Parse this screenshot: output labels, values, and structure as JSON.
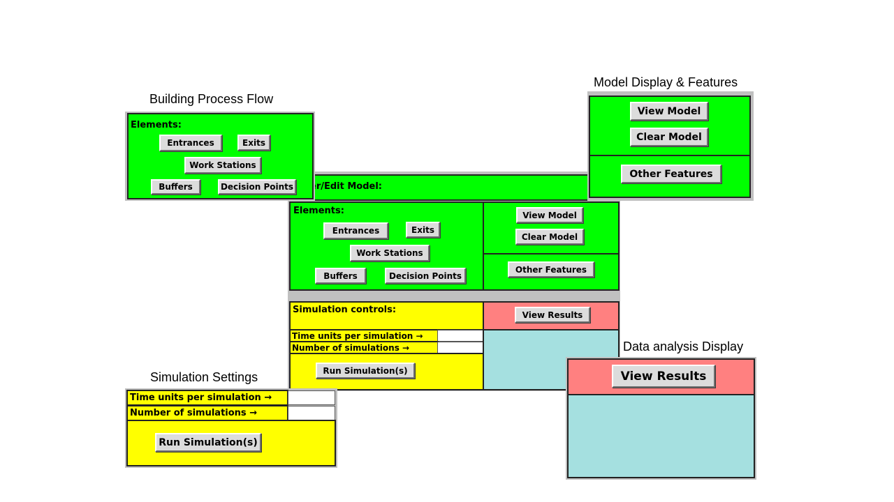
{
  "captions": {
    "building": "Building Process Flow",
    "model_display": "Model Display & Features",
    "sim_settings": "Simulation Settings",
    "data_analysis": "Data analysis Display"
  },
  "building_panel": {
    "header": "Elements:",
    "entrances": "Entrances",
    "exits": "Exits",
    "work_stations": "Work Stations",
    "buffers": "Buffers",
    "decision_points": "Decision Points"
  },
  "model_panel": {
    "view_model": "View Model",
    "clear_model": "Clear Model",
    "other_features": "Other Features"
  },
  "main_panel": {
    "title": "er/Edit Model:",
    "elements_header": "Elements:",
    "entrances": "Entrances",
    "exits": "Exits",
    "work_stations": "Work Stations",
    "buffers": "Buffers",
    "decision_points": "Decision Points",
    "view_model": "View Model",
    "clear_model": "Clear Model",
    "other_features": "Other Features",
    "sim_controls_header": "Simulation controls:",
    "time_units_label": "Time units per simulation →",
    "num_sims_label": "Number of simulations →",
    "time_units_value": "",
    "num_sims_value": "",
    "run_simulations": "Run Simulation(s)",
    "view_results": "View Results"
  },
  "sim_settings_panel": {
    "time_units_label": "Time units per simulation →",
    "num_sims_label": "Number of simulations →",
    "time_units_value": "",
    "num_sims_value": "",
    "run_simulations": "Run Simulation(s)"
  },
  "data_panel": {
    "view_results": "View Results"
  },
  "colors": {
    "green": "#00ff00",
    "yellow": "#ffff00",
    "pink": "#ff8080",
    "cyan": "#a5e0e0",
    "button_gray": "#dcdcdc",
    "panel_gray": "#c0c0c0"
  }
}
